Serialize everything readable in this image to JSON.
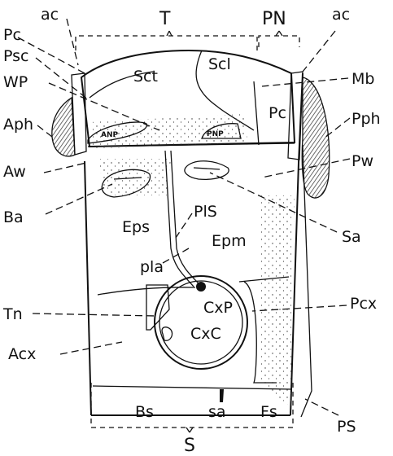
{
  "labels": {
    "ac_left": "ac",
    "T": "T",
    "PN": "PN",
    "ac_right": "ac",
    "Pc_left": "Pc",
    "Psc": "Psc",
    "WP": "WP",
    "Aph": "Aph",
    "Aw": "Aw",
    "Ba": "Ba",
    "Sct": "Sct",
    "Scl": "Scl",
    "Pc_inner": "Pc",
    "ANP": "ANP",
    "PNP": "PNP",
    "Mb": "Mb",
    "Pph": "Pph",
    "Pw": "Pw",
    "Sa": "Sa",
    "Eps": "Eps",
    "PlS": "PlS",
    "Epm": "Epm",
    "pla": "pla",
    "Tn": "Tn",
    "CxP": "CxP",
    "CxC": "CxC",
    "Pcx": "Pcx",
    "Acx": "Acx",
    "Bs": "Bs",
    "sa": "sa",
    "Fs": "Fs",
    "S": "S",
    "PS": "PS"
  },
  "colors": {
    "ink": "#111111",
    "wing_hatch": "#444444",
    "background": "#ffffff"
  }
}
